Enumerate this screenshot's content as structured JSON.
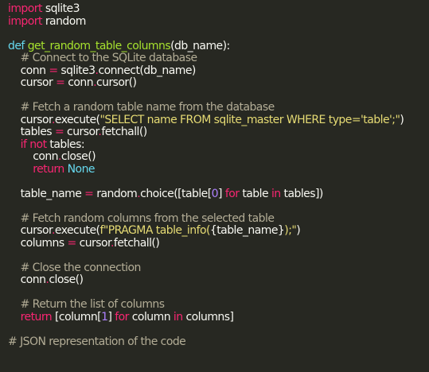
{
  "code": {
    "lines": [
      [
        {
          "t": "import",
          "c": "kw"
        },
        {
          "t": " sqlite3",
          "c": "plain"
        }
      ],
      [
        {
          "t": "import",
          "c": "kw"
        },
        {
          "t": " random",
          "c": "plain"
        }
      ],
      [],
      [
        {
          "t": "def",
          "c": "def"
        },
        {
          "t": " ",
          "c": "plain"
        },
        {
          "t": "get_random_table_columns",
          "c": "fn"
        },
        {
          "t": "(db_name):",
          "c": "plain"
        }
      ],
      [
        {
          "t": "    # Connect to the SQLite database",
          "c": "cm"
        }
      ],
      [
        {
          "t": "    conn ",
          "c": "plain"
        },
        {
          "t": "=",
          "c": "op"
        },
        {
          "t": " sqlite3",
          "c": "plain"
        },
        {
          "t": ".",
          "c": "op"
        },
        {
          "t": "connect(db_name)",
          "c": "plain"
        }
      ],
      [
        {
          "t": "    cursor ",
          "c": "plain"
        },
        {
          "t": "=",
          "c": "op"
        },
        {
          "t": " conn",
          "c": "plain"
        },
        {
          "t": ".",
          "c": "op"
        },
        {
          "t": "cursor()",
          "c": "plain"
        }
      ],
      [],
      [
        {
          "t": "    # Fetch a random table name from the database",
          "c": "cm"
        }
      ],
      [
        {
          "t": "    cursor",
          "c": "plain"
        },
        {
          "t": ".",
          "c": "op"
        },
        {
          "t": "execute(",
          "c": "plain"
        },
        {
          "t": "\"SELECT name FROM sqlite_master WHERE type='table';\"",
          "c": "str"
        },
        {
          "t": ")",
          "c": "plain"
        }
      ],
      [
        {
          "t": "    tables ",
          "c": "plain"
        },
        {
          "t": "=",
          "c": "op"
        },
        {
          "t": " cursor",
          "c": "plain"
        },
        {
          "t": ".",
          "c": "op"
        },
        {
          "t": "fetchall()",
          "c": "plain"
        }
      ],
      [
        {
          "t": "    ",
          "c": "plain"
        },
        {
          "t": "if",
          "c": "kw"
        },
        {
          "t": " ",
          "c": "plain"
        },
        {
          "t": "not",
          "c": "kw"
        },
        {
          "t": " tables:",
          "c": "plain"
        }
      ],
      [
        {
          "t": "        conn",
          "c": "plain"
        },
        {
          "t": ".",
          "c": "op"
        },
        {
          "t": "close()",
          "c": "plain"
        }
      ],
      [
        {
          "t": "        ",
          "c": "plain"
        },
        {
          "t": "return",
          "c": "kw"
        },
        {
          "t": " ",
          "c": "plain"
        },
        {
          "t": "None",
          "c": "ret"
        }
      ],
      [],
      [
        {
          "t": "    table_name ",
          "c": "plain"
        },
        {
          "t": "=",
          "c": "op"
        },
        {
          "t": " random",
          "c": "plain"
        },
        {
          "t": ".",
          "c": "op"
        },
        {
          "t": "choice([table[",
          "c": "plain"
        },
        {
          "t": "0",
          "c": "num"
        },
        {
          "t": "] ",
          "c": "plain"
        },
        {
          "t": "for",
          "c": "kw"
        },
        {
          "t": " table ",
          "c": "plain"
        },
        {
          "t": "in",
          "c": "kw"
        },
        {
          "t": " tables])",
          "c": "plain"
        }
      ],
      [],
      [
        {
          "t": "    # Fetch random columns from the selected table",
          "c": "cm"
        }
      ],
      [
        {
          "t": "    cursor",
          "c": "plain"
        },
        {
          "t": ".",
          "c": "op"
        },
        {
          "t": "execute(",
          "c": "plain"
        },
        {
          "t": "f\"PRAGMA table_info(",
          "c": "str"
        },
        {
          "t": "{table_name}",
          "c": "plain"
        },
        {
          "t": ");\"",
          "c": "str"
        },
        {
          "t": ")",
          "c": "plain"
        }
      ],
      [
        {
          "t": "    columns ",
          "c": "plain"
        },
        {
          "t": "=",
          "c": "op"
        },
        {
          "t": " cursor",
          "c": "plain"
        },
        {
          "t": ".",
          "c": "op"
        },
        {
          "t": "fetchall()",
          "c": "plain"
        }
      ],
      [],
      [
        {
          "t": "    # Close the connection",
          "c": "cm"
        }
      ],
      [
        {
          "t": "    conn",
          "c": "plain"
        },
        {
          "t": ".",
          "c": "op"
        },
        {
          "t": "close()",
          "c": "plain"
        }
      ],
      [],
      [
        {
          "t": "    # Return the list of columns",
          "c": "cm"
        }
      ],
      [
        {
          "t": "    ",
          "c": "plain"
        },
        {
          "t": "return",
          "c": "kw"
        },
        {
          "t": " [column[",
          "c": "plain"
        },
        {
          "t": "1",
          "c": "num"
        },
        {
          "t": "] ",
          "c": "plain"
        },
        {
          "t": "for",
          "c": "kw"
        },
        {
          "t": " column ",
          "c": "plain"
        },
        {
          "t": "in",
          "c": "kw"
        },
        {
          "t": " columns]",
          "c": "plain"
        }
      ],
      [],
      [
        {
          "t": "# JSON representation of the code",
          "c": "cm"
        }
      ]
    ]
  }
}
